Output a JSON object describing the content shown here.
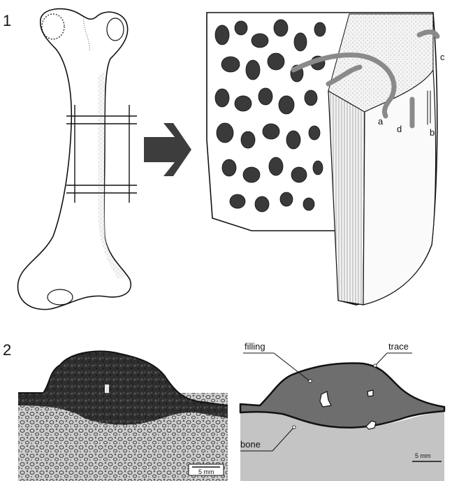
{
  "panel1": {
    "number": "1",
    "labels": {
      "a": "a",
      "b": "b",
      "c": "c",
      "d": "d"
    }
  },
  "panel2": {
    "number": "2",
    "photo_scale": "5 mm",
    "diagram": {
      "filling_label": "filling",
      "trace_label": "trace",
      "bone_label": "bone",
      "scale": "5 mm"
    }
  },
  "colors": {
    "arrow": "#3d3d3d",
    "filling": "#6e6e6e",
    "bone_diagram": "#c4c4c4",
    "outline": "#111111",
    "vessel": "#8a8a8a"
  }
}
